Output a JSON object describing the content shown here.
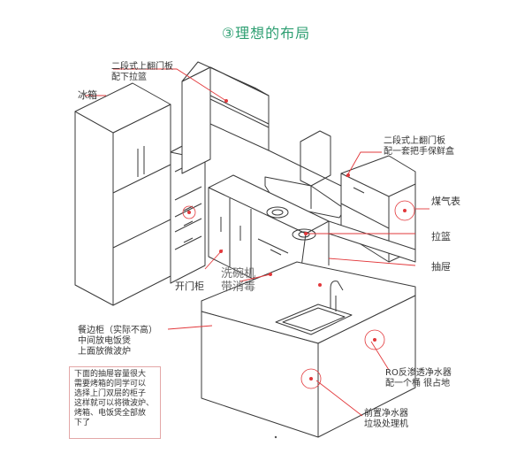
{
  "title": "③理想的布局",
  "accent_color": "#2e9f72",
  "marker_color": "#e2383b",
  "labels": {
    "fridge": "冰箱",
    "top_flip_door_left_1": "二段式上翻门板",
    "top_flip_door_left_2": "配下拉篮",
    "top_flip_door_right_1": "二段式上翻门板",
    "top_flip_door_right_2": "配一套把手保鲜盒",
    "gas_meter": "煤气表",
    "pull_basket": "拉篮",
    "drawer": "抽屉",
    "door_cabinet": "开门柜",
    "dishwasher_1": "洗碗机",
    "dishwasher_2": "带消毒",
    "side_cabinet_1": "餐边柜（实际不高）",
    "side_cabinet_2": "中间放电饭煲",
    "side_cabinet_3": "上面放微波炉",
    "ro_1": "RO反渗透净水器",
    "ro_2": "配一个桶 很占地",
    "pre_filter_1": "前置净水器",
    "pre_filter_2": "垃圾处理机"
  },
  "note": {
    "lines": [
      "下面的抽屉容量很大",
      "需要烤箱的同学可以",
      "选择上门双层的柜子",
      "这样就可以将微波炉、",
      "烤箱、电饭煲全部放",
      "下了"
    ]
  }
}
